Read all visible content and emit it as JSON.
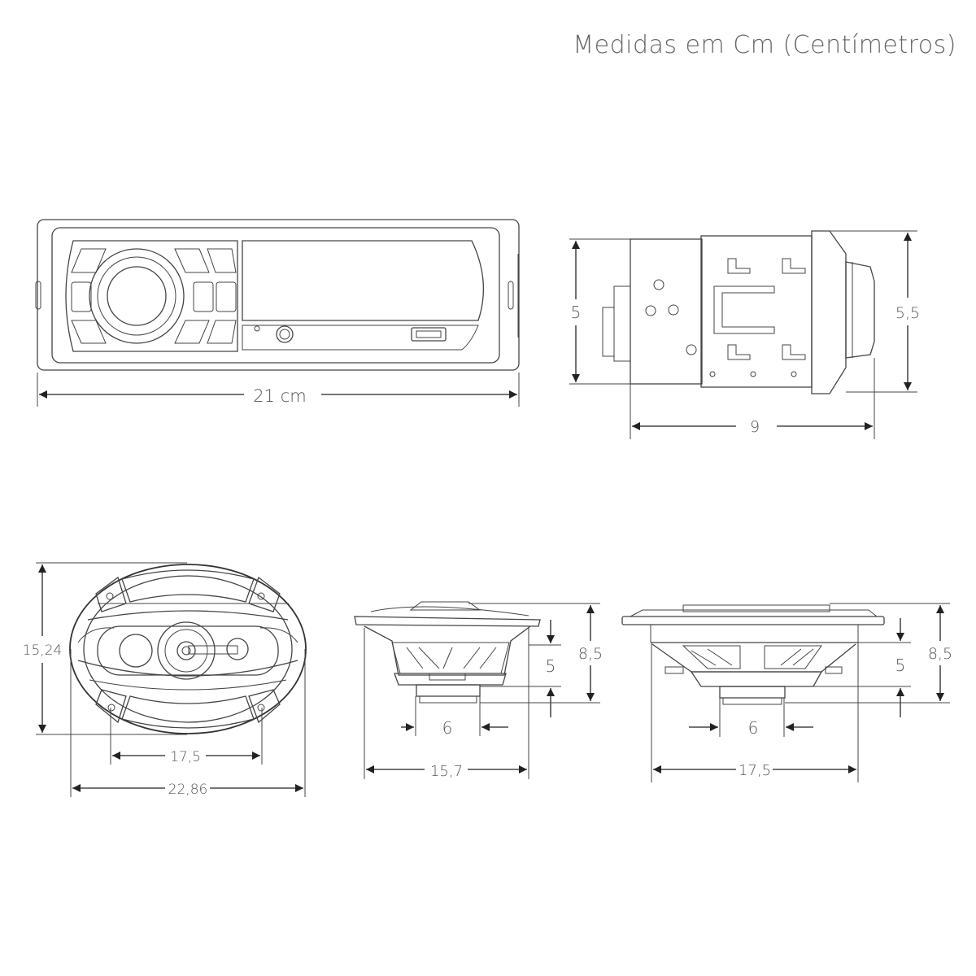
{
  "header": {
    "title": "Medidas em Cm (Centímetros)"
  },
  "views": {
    "radio_front": {
      "width_label": "21 cm"
    },
    "radio_side": {
      "height_label": "5",
      "depth_label": "9",
      "front_height_label": "5,5"
    },
    "speaker_front": {
      "height_label": "15,24",
      "hole_span_label": "17,5",
      "width_label": "22,86"
    },
    "speaker_side_short": {
      "magnet_label": "6",
      "width_label": "15,7",
      "depth_label": "5",
      "total_label": "8,5"
    },
    "speaker_side_long": {
      "magnet_label": "6",
      "width_label": "17,5",
      "depth_label": "5",
      "total_label": "8,5"
    }
  },
  "colors": {
    "line": "#444444",
    "dimension": "#222222",
    "text": "#555555"
  }
}
